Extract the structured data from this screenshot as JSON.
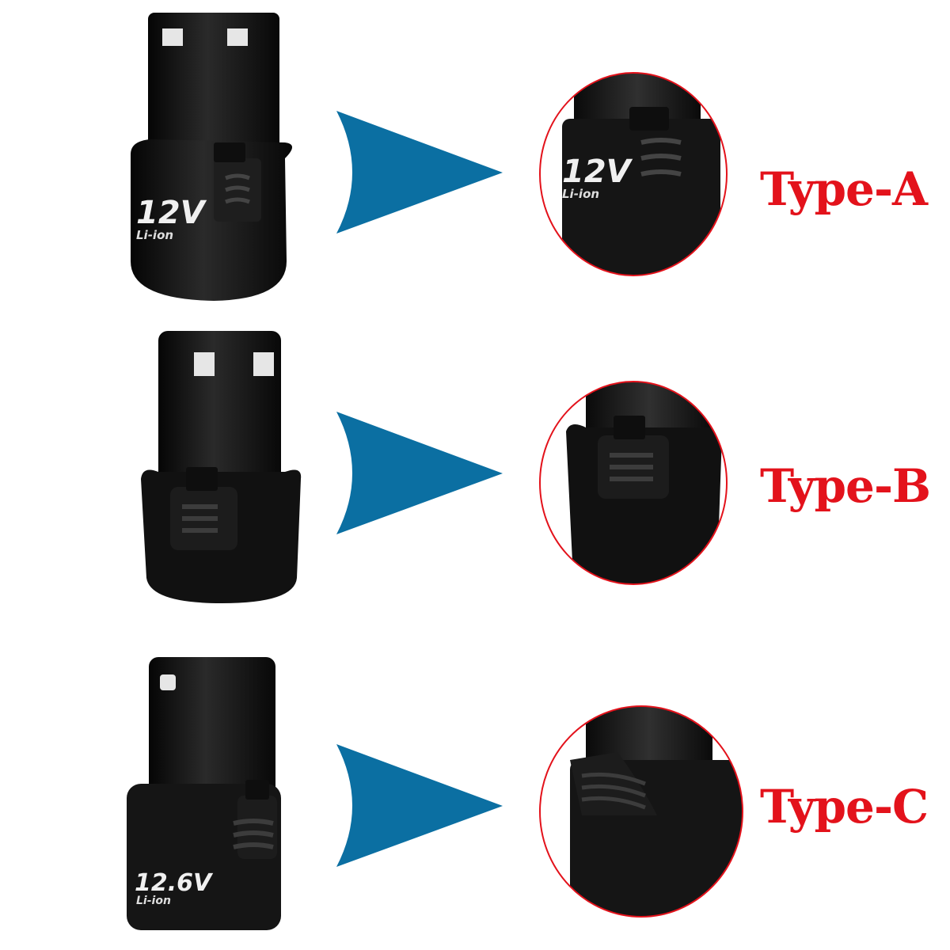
{
  "rows": [
    {
      "type_label": "Type-A",
      "voltage": "12V",
      "chem": "Li-ion"
    },
    {
      "type_label": "Type-B"
    },
    {
      "type_label": "Type-C",
      "voltage": "12.6V",
      "chem": "Li-ion"
    }
  ],
  "colors": {
    "arrow": "#0b6fa2",
    "circle_outline": "#e3121b",
    "label": "#e3121b",
    "battery_body": "#151515"
  },
  "icons": {
    "arrow": "arrow-right-icon",
    "zoom": "magnifier-circle"
  }
}
